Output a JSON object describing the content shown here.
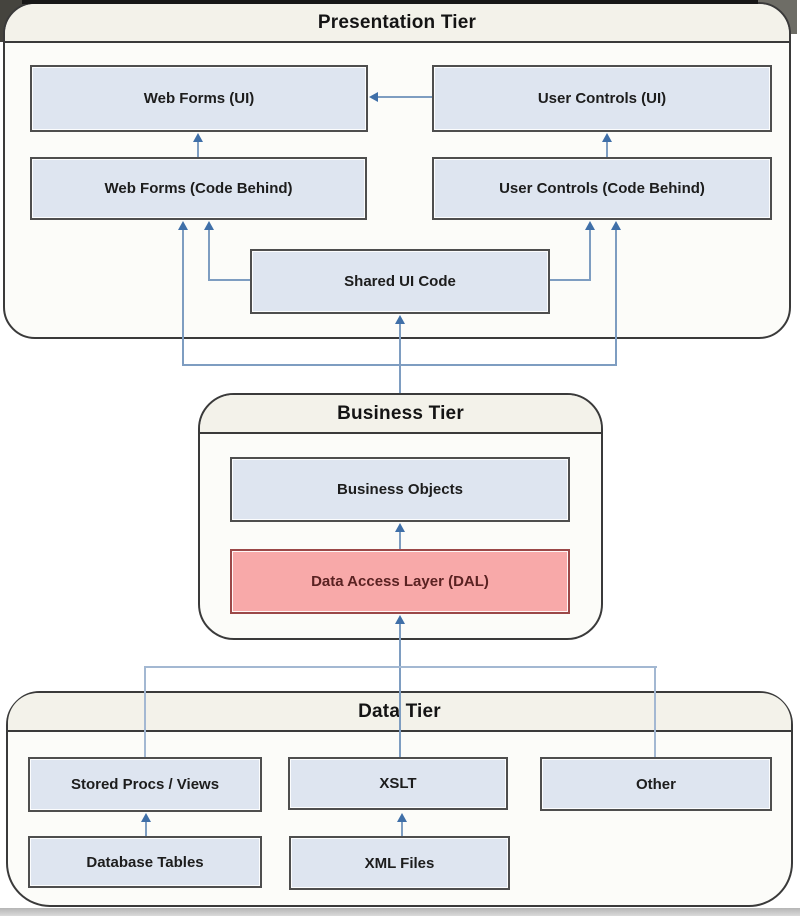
{
  "diagram": {
    "tiers": {
      "presentation": {
        "title": "Presentation Tier"
      },
      "business": {
        "title": "Business Tier"
      },
      "data": {
        "title": "Data Tier"
      }
    },
    "nodes": {
      "web_forms_ui": {
        "label": "Web Forms (UI)"
      },
      "user_controls_ui": {
        "label": "User Controls (UI)"
      },
      "web_forms_code_behind": {
        "label": "Web Forms (Code Behind)"
      },
      "user_controls_code_behind": {
        "label": "User Controls (Code Behind)"
      },
      "shared_ui_code": {
        "label": "Shared UI Code"
      },
      "business_objects": {
        "label": "Business Objects"
      },
      "data_access_layer": {
        "label": "Data Access Layer (DAL)"
      },
      "stored_procs_views": {
        "label": "Stored Procs / Views"
      },
      "xslt": {
        "label": "XSLT"
      },
      "other": {
        "label": "Other"
      },
      "database_tables": {
        "label": "Database Tables"
      },
      "xml_files": {
        "label": "XML Files"
      }
    },
    "edges": [
      {
        "from": "user_controls_ui",
        "to": "web_forms_ui",
        "style": "arrow"
      },
      {
        "from": "web_forms_code_behind",
        "to": "web_forms_ui",
        "style": "arrow"
      },
      {
        "from": "user_controls_code_behind",
        "to": "user_controls_ui",
        "style": "arrow"
      },
      {
        "from": "shared_ui_code",
        "to": "web_forms_code_behind",
        "style": "arrow"
      },
      {
        "from": "shared_ui_code",
        "to": "user_controls_code_behind",
        "style": "arrow"
      },
      {
        "from": "business_tier",
        "to": "web_forms_code_behind",
        "style": "arrow"
      },
      {
        "from": "business_tier",
        "to": "user_controls_code_behind",
        "style": "arrow"
      },
      {
        "from": "business_tier",
        "to": "shared_ui_code",
        "style": "arrow"
      },
      {
        "from": "data_access_layer",
        "to": "business_objects",
        "style": "arrow"
      },
      {
        "from": "data_tier",
        "to": "data_access_layer",
        "style": "arrow"
      },
      {
        "from": "data_access_layer",
        "to": "stored_procs_views",
        "style": "plain"
      },
      {
        "from": "data_access_layer",
        "to": "xslt",
        "style": "plain"
      },
      {
        "from": "data_access_layer",
        "to": "other",
        "style": "plain"
      },
      {
        "from": "database_tables",
        "to": "stored_procs_views",
        "style": "arrow"
      },
      {
        "from": "xml_files",
        "to": "xslt",
        "style": "arrow"
      }
    ],
    "colors": {
      "node_fill": "#dee5f0",
      "node_border": "#4e4e4e",
      "dal_fill": "#f8a9a9",
      "dal_border": "#9b4848",
      "dal_text": "#5a2222",
      "line": "#7e9dc1",
      "arrowhead": "#3f6fa8",
      "container_fill": "#fcfcf9",
      "container_header_fill": "#f3f2ea",
      "container_border": "#3a3a3a"
    }
  }
}
